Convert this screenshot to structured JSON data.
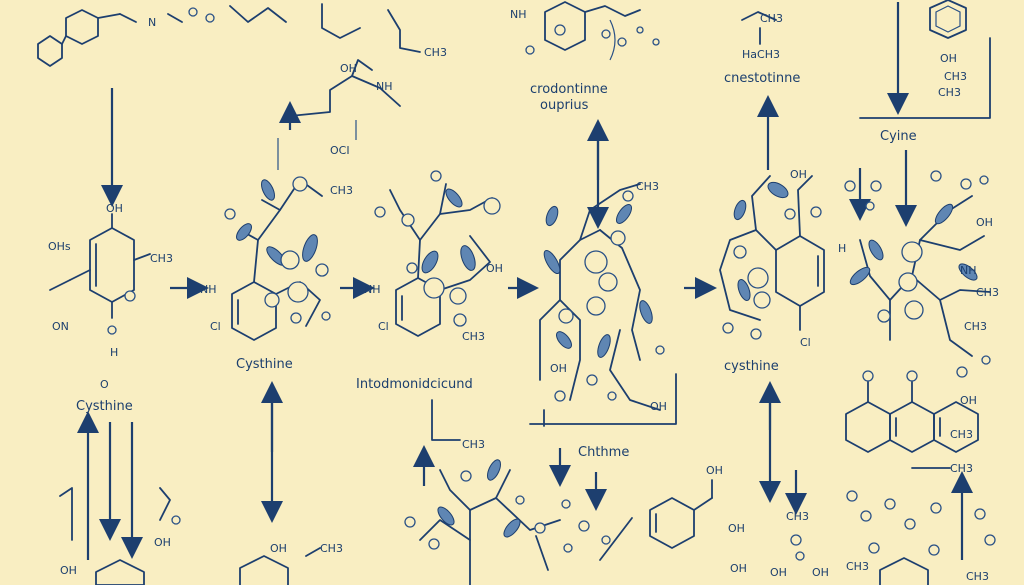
{
  "labels": {
    "cystine_left": "Cysthine",
    "cystine_small": "Cysthine",
    "intermediate": "Intodmonidcicund",
    "crodontinne": "crodontinne",
    "ouprius": "ouprius",
    "cnestotinne": "cnestotinne",
    "chthme": "Chthme",
    "cysthine_right": "cysthine",
    "cyine": "Cyine"
  },
  "atoms": {
    "n_top": "N",
    "oh_1": "OH",
    "ch3_1": "CH3",
    "oh_2": "OH",
    "ch3_2": "CH3",
    "hn": "NH",
    "hn2": "NH",
    "ch3_3": "CH3",
    "ch3_4": "CH3",
    "oh_3": "OH",
    "oh_4": "OH",
    "ch3_5": "CH3",
    "ch3_6": "CH3",
    "ch3_7": "CH3",
    "ch3_8": "CH3",
    "ohs": "OHs",
    "oh_5": "OH",
    "oh_6": "OH",
    "ch3_9": "CH3",
    "ch3_10": "CH3",
    "ocl": "OCI",
    "cl": "Cl",
    "o_left": "O",
    "on": "ON",
    "ch3_11": "CH3",
    "hcl": "H",
    "h2c": "HaCH3"
  },
  "colors": {
    "background": "#f9eec2",
    "ink": "#1d3f6f",
    "leaf": "#5f86b3"
  }
}
